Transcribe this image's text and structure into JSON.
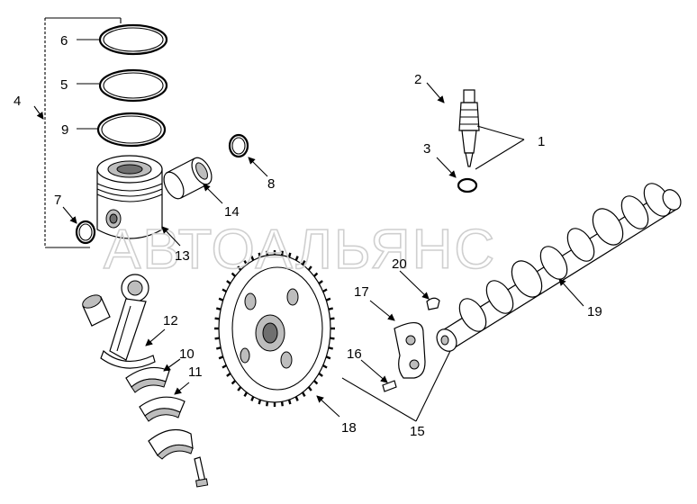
{
  "watermark": "АВТОАЛЬЯНС",
  "labels": {
    "l1": "1",
    "l2": "2",
    "l3": "3",
    "l4": "4",
    "l5": "5",
    "l6": "6",
    "l7": "7",
    "l8": "8",
    "l9": "9",
    "l10": "10",
    "l11": "11",
    "l12": "12",
    "l13": "13",
    "l14": "14",
    "l15": "15",
    "l16": "16",
    "l17": "17",
    "l18": "18",
    "l19": "19",
    "l20": "20"
  }
}
